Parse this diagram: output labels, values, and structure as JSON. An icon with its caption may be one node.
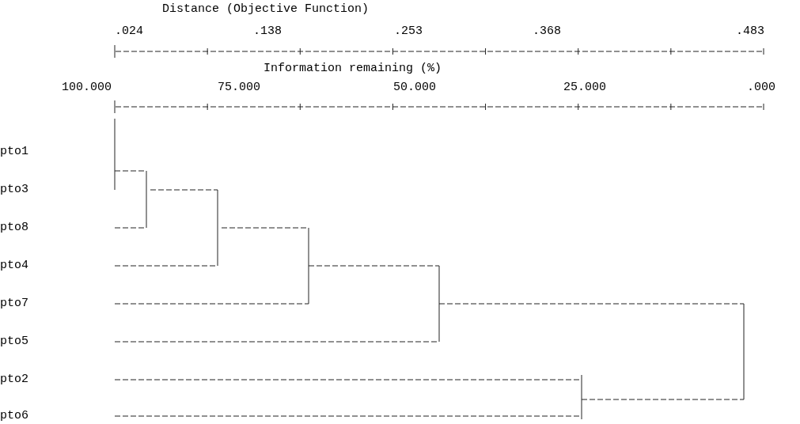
{
  "diagram": {
    "labels": [
      "Distance (Objective Function)",
      ".024",
      ".138",
      ".253",
      ".368",
      ".483",
      "Information remaining (%)",
      "100.000",
      "75.000",
      "50.000",
      "25.000",
      ".000",
      "pto1",
      "pto3",
      "pto8",
      "pto4",
      "pto7",
      "pto5",
      "pto2",
      "pto6"
    ]
  }
}
